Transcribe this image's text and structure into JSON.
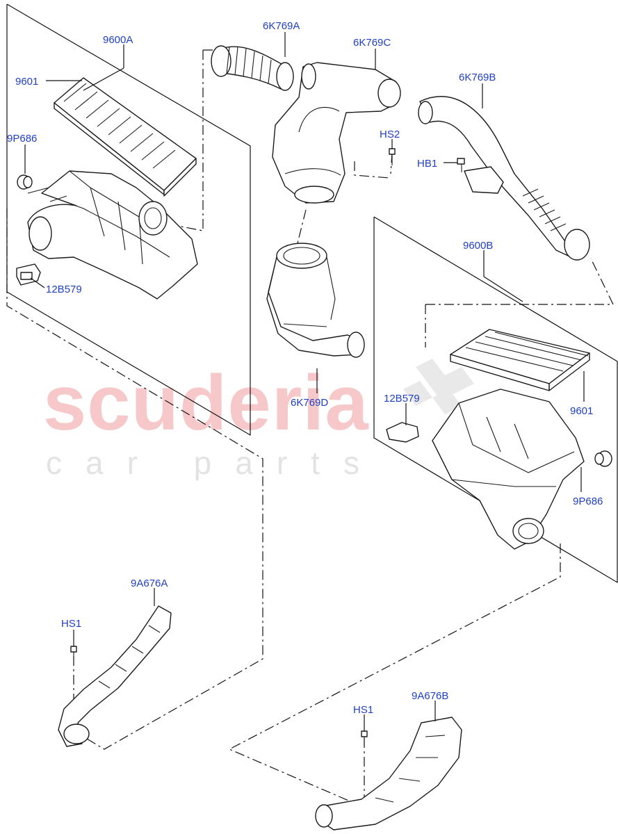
{
  "watermark": {
    "main": "scuderia",
    "sub": "car parts",
    "color": "#f7c8ca"
  },
  "label_color": "#1f3fc4",
  "callouts": {
    "c_9600A": "9600A",
    "c_9601_left": "9601",
    "c_9P686_left": "9P686",
    "c_12B579_left": "12B579",
    "c_6K769A": "6K769A",
    "c_6K769C": "6K769C",
    "c_6K769B": "6K769B",
    "c_HS2": "HS2",
    "c_HB1": "HB1",
    "c_6K769D": "6K769D",
    "c_9600B": "9600B",
    "c_12B579_right": "12B579",
    "c_9601_right": "9601",
    "c_9P686_right": "9P686",
    "c_9A676A": "9A676A",
    "c_HS1_left": "HS1",
    "c_HS1_right": "HS1",
    "c_9A676B": "9A676B"
  }
}
